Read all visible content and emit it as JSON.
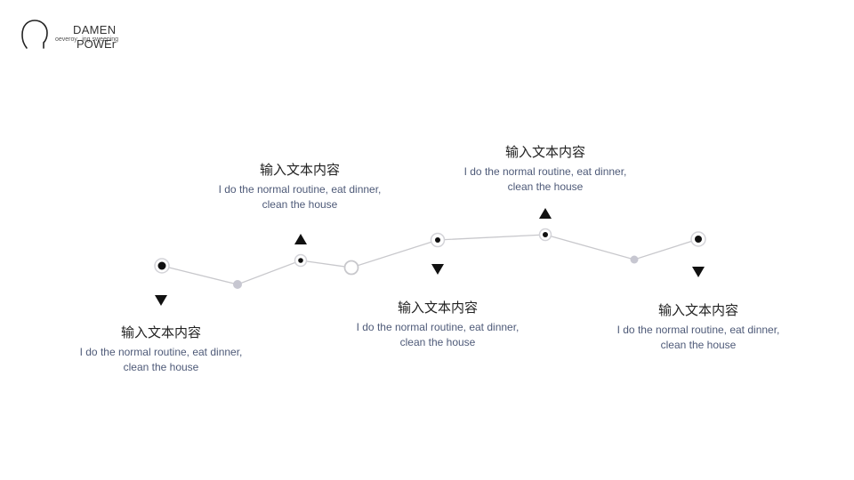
{
  "brand": {
    "name": "DAMEN",
    "name_line2": "POWEr",
    "tagline": "oeveroy...ing sweeping"
  },
  "items": [
    {
      "title": "输入文本内容",
      "desc_line1": "I do the normal routine, eat dinner,",
      "desc_line2": "clean the house",
      "arrow": "down"
    },
    {
      "title": "输入文本内容",
      "desc_line1": "I do the normal routine, eat dinner,",
      "desc_line2": "clean the house",
      "arrow": "up"
    },
    {
      "title": "输入文本内容",
      "desc_line1": "I do the normal routine, eat dinner,",
      "desc_line2": "clean the house",
      "arrow": "down"
    },
    {
      "title": "输入文本内容",
      "desc_line1": "I do the normal routine, eat dinner,",
      "desc_line2": "clean the house",
      "arrow": "up"
    },
    {
      "title": "输入文本内容",
      "desc_line1": "I do the normal routine, eat dinner,",
      "desc_line2": "clean the house",
      "arrow": "down"
    }
  ],
  "colors": {
    "line": "#c8c8cc",
    "node_dark": "#111111",
    "node_gray": "#c7c7d1",
    "arrow": "#111111",
    "desc_text": "#4e5a78"
  }
}
